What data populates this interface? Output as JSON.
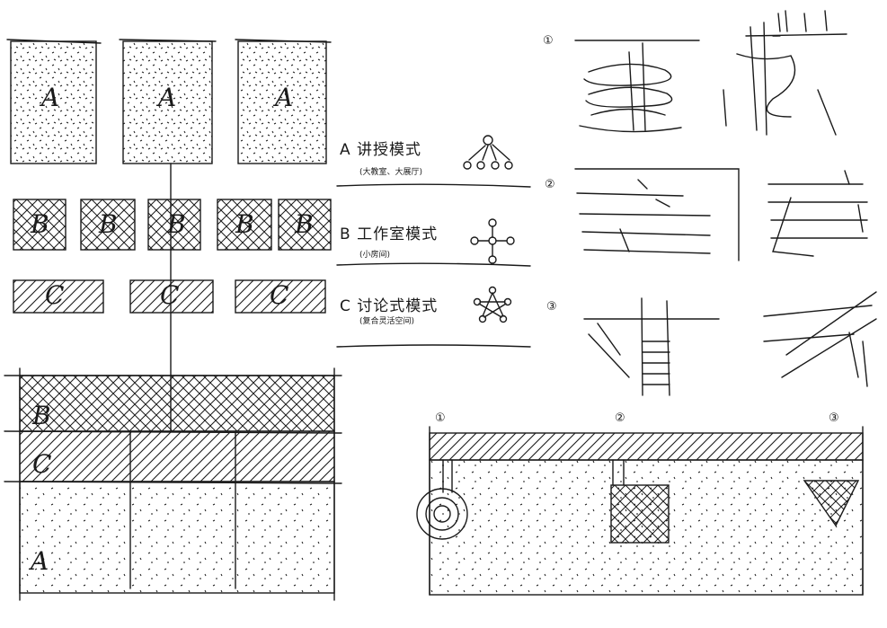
{
  "blocks": {
    "top_a": [
      "A",
      "A",
      "A"
    ],
    "row_b": [
      "B",
      "B",
      "B",
      "B",
      "B"
    ],
    "row_c": [
      "C",
      "C",
      "C"
    ],
    "stack": [
      "B",
      "C",
      "A"
    ]
  },
  "modes": [
    {
      "label": "A 讲授模式",
      "note": "(大教室、大展厅)"
    },
    {
      "label": "B 工作室模式",
      "note": "(小房间)"
    },
    {
      "label": "C 讨论式模式",
      "note": "(复合灵活空间)"
    }
  ],
  "section_numbers": [
    "①",
    "②",
    "③"
  ],
  "plan_numbers": [
    "①",
    "②",
    "③"
  ],
  "colors": {
    "ink": "#1a1a1a",
    "paper": "#ffffff"
  }
}
